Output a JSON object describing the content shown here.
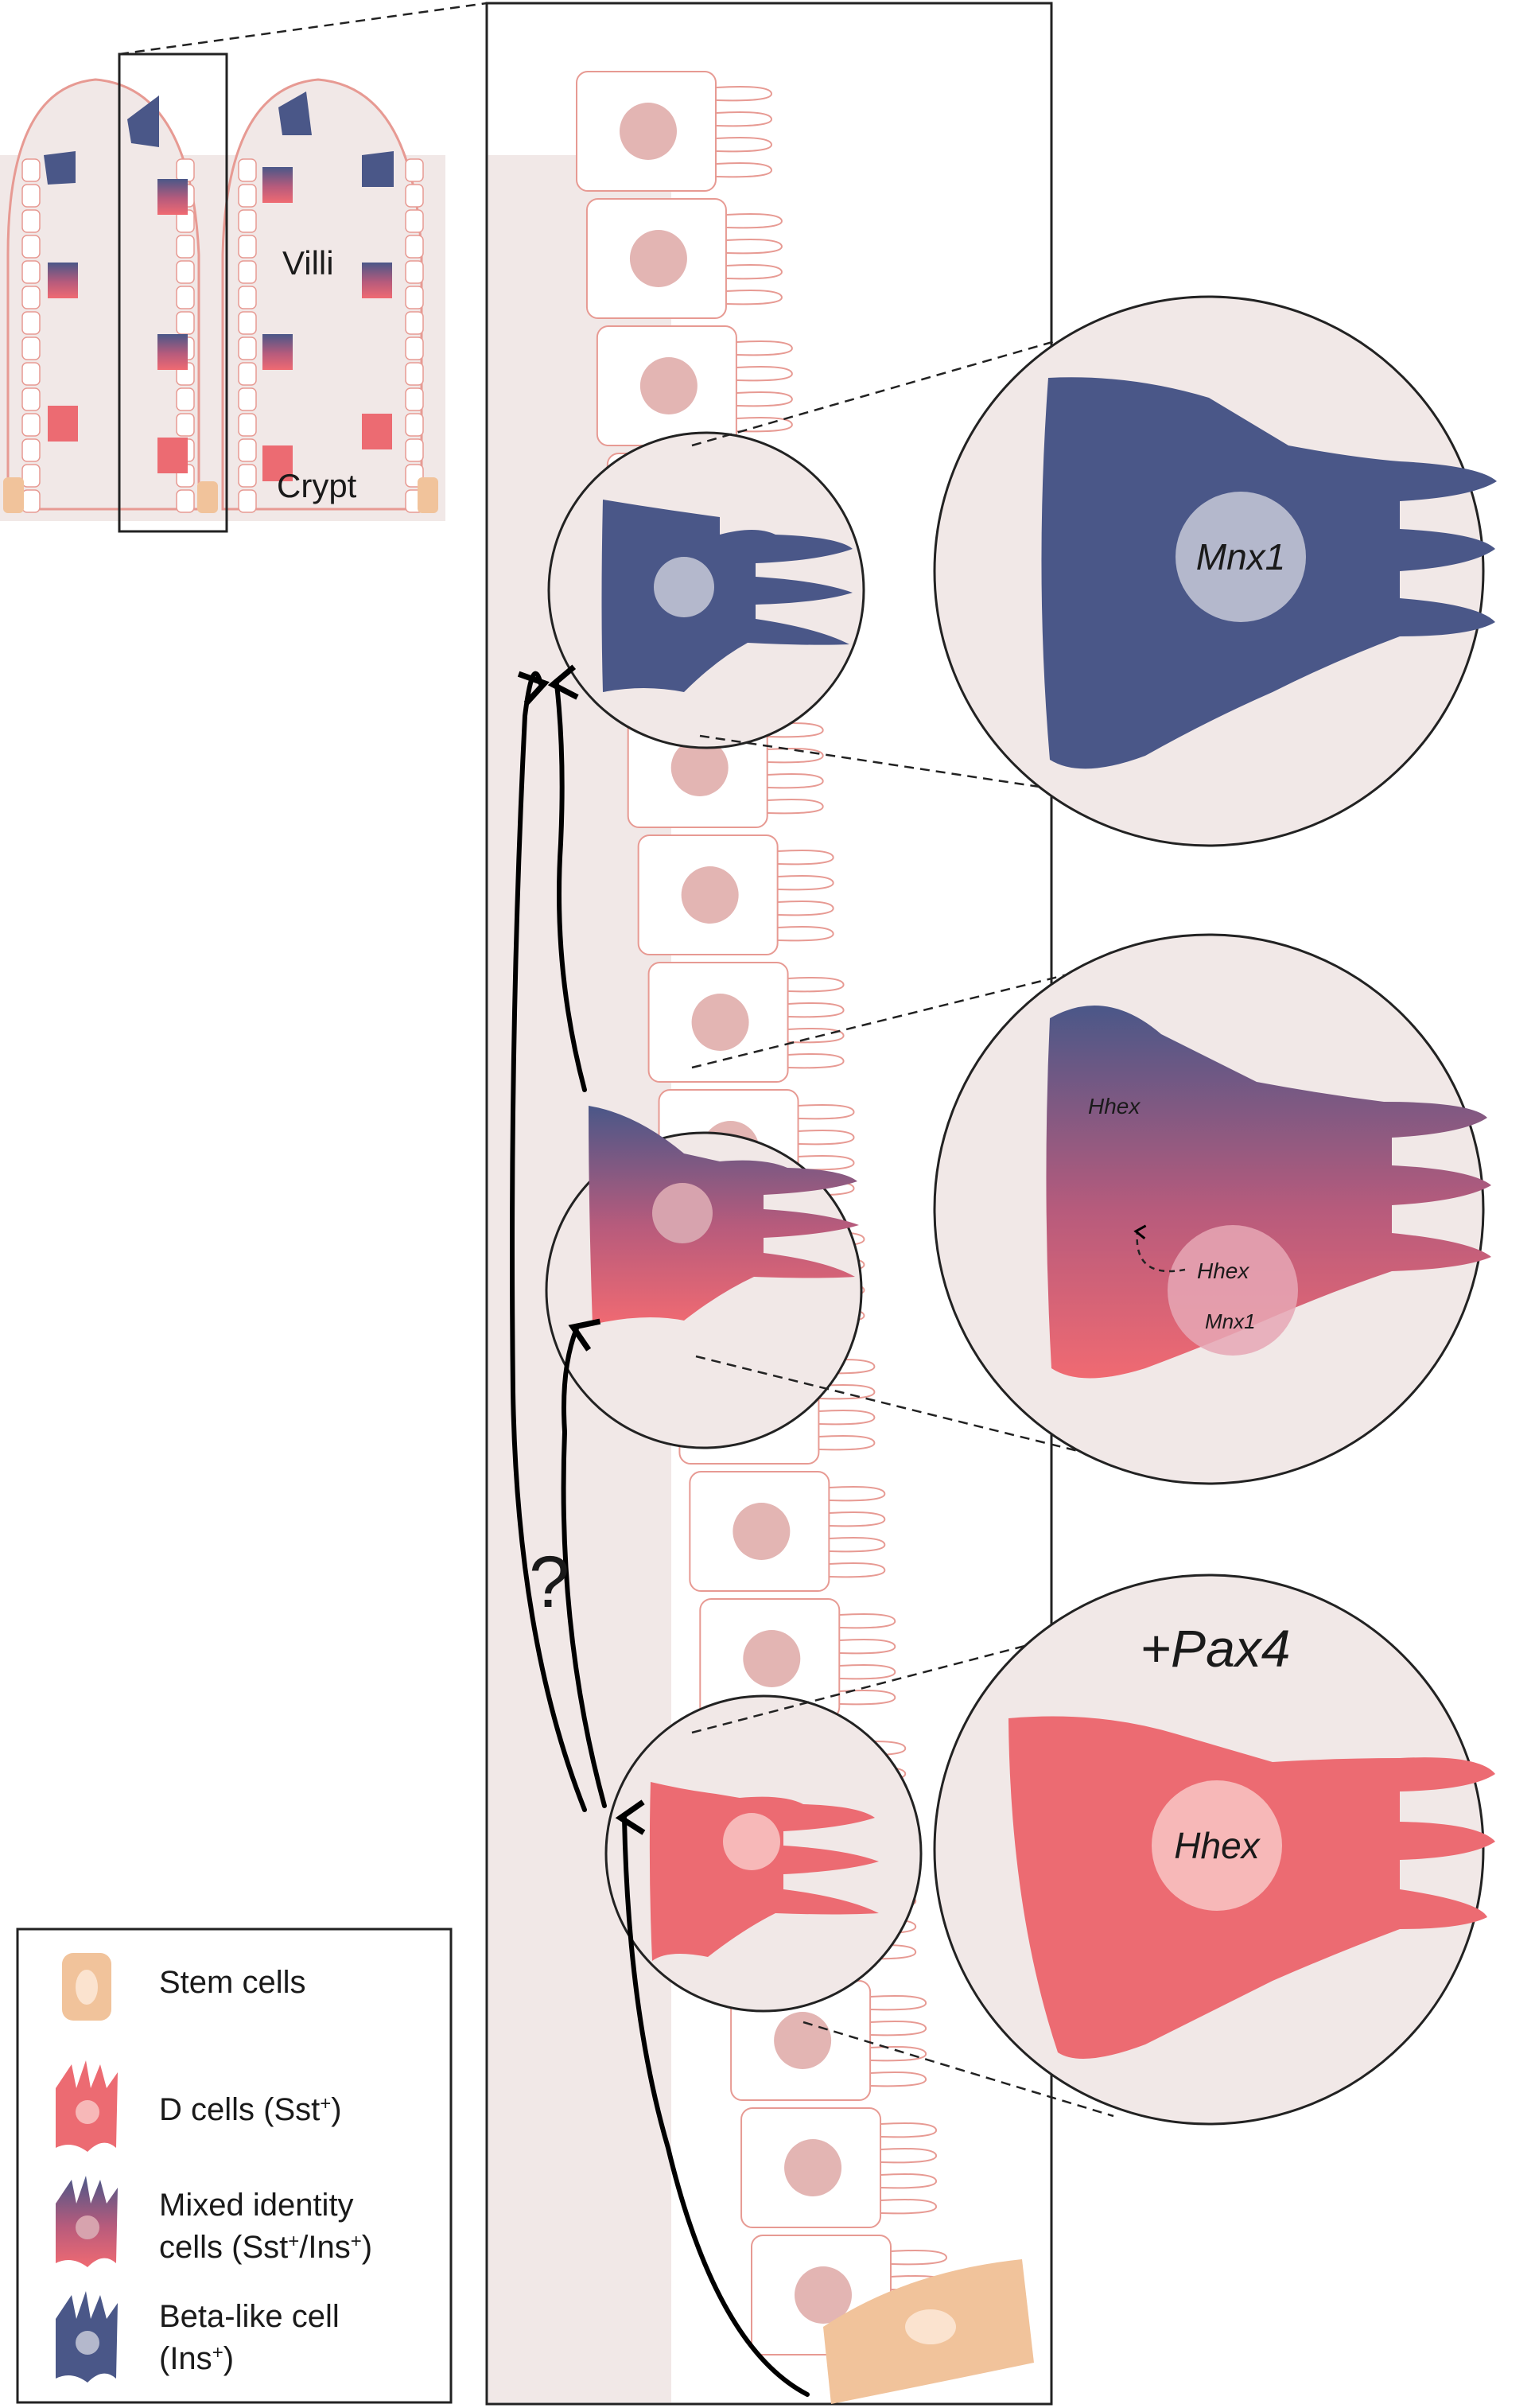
{
  "labels": {
    "villi": "Villi",
    "crypt": "Crypt",
    "question": "?"
  },
  "zooms": {
    "beta": {
      "gene": "Mnx1"
    },
    "mixed": {
      "gene_top": "Hhex",
      "gene_mid": "Hhex",
      "gene_bottom": "Mnx1"
    },
    "d_cell": {
      "gene": "Hhex",
      "header": "+Pax4"
    }
  },
  "legend": {
    "items": [
      {
        "id": "stem",
        "line1": "Stem cells",
        "line2": "",
        "base1": "",
        "sup1": "",
        "tail1": "",
        "base2": "",
        "sup2": "",
        "tail2": ""
      },
      {
        "id": "d",
        "line1": "",
        "line2": "",
        "base1": "D cells (Sst",
        "sup1": "+",
        "tail1": ")",
        "base2": "",
        "sup2": "",
        "tail2": ""
      },
      {
        "id": "mixed",
        "line1": "Mixed identity",
        "line2": "",
        "base1": "",
        "sup1": "",
        "tail1": "",
        "base2": "cells (Sst",
        "sup2": "+",
        "tail2": "/Ins",
        "sup3": "+",
        "tail3": ")"
      },
      {
        "id": "beta",
        "line1": "Beta-like cell",
        "line2": "",
        "base1": "",
        "sup1": "",
        "tail1": "",
        "base2": "(Ins",
        "sup2": "+",
        "tail2": ")"
      }
    ]
  },
  "colors": {
    "beta": "#4a5788",
    "d_cell": "#ec6b72",
    "stem": "#f1c39b",
    "tissue_bg": "#f1e8e7",
    "cell_outline": "#e79a93",
    "nucleus": "#e3b5b3"
  }
}
